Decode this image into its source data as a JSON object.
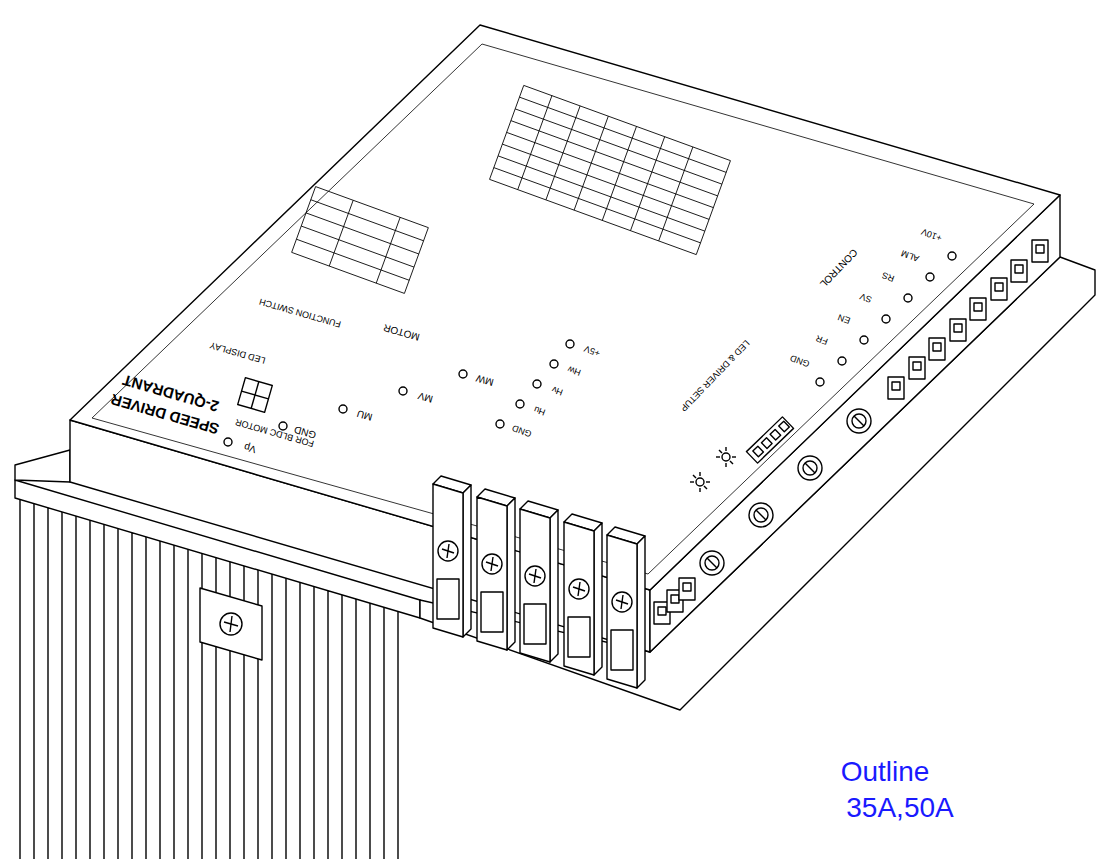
{
  "diagram": {
    "labels": [
      "2-QUADRANT",
      "SPEED DRIVER",
      "FOR BLDC MOTOR",
      "LED DISPLAY",
      "FUNCTION SWITCH",
      "MOTOR",
      "Vp",
      "GND",
      "MU",
      "MV",
      "MW",
      "GND",
      "Hu",
      "Hv",
      "Hw",
      "+5V",
      "LED & DRIVER SETUP",
      "CONTROL",
      "GND",
      "FR",
      "EN",
      "SV",
      "RS",
      "ALM",
      "+10V",
      "Outline",
      "35A,50A"
    ]
  }
}
